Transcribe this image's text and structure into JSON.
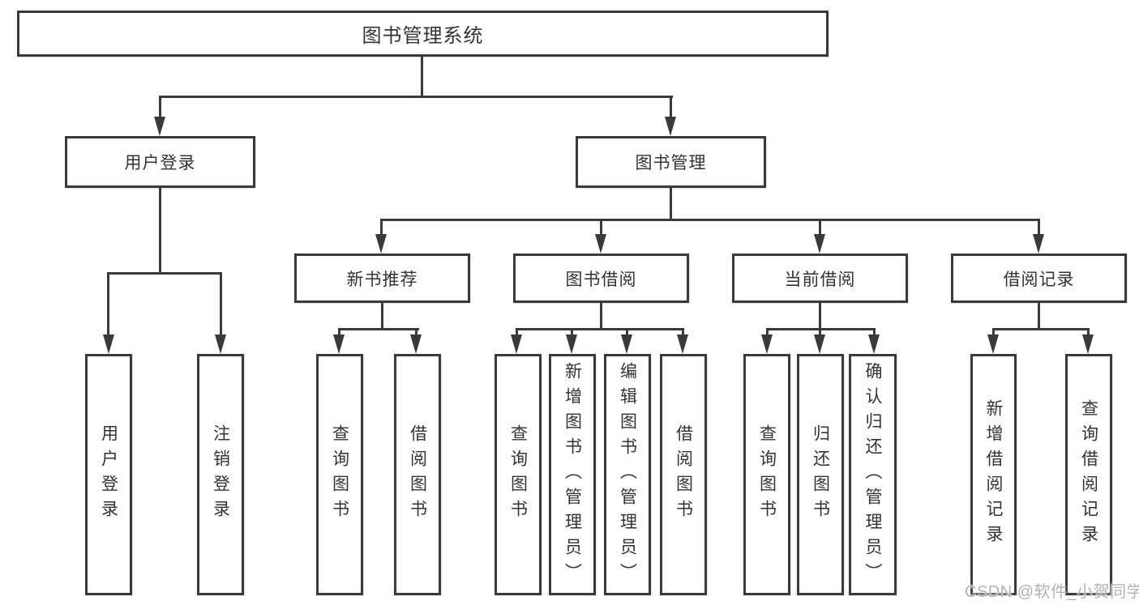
{
  "diagram_type": "hierarchy-tree",
  "colors": {
    "line": "#3a3a3a",
    "text": "#333333",
    "background": "#ffffff",
    "watermark": "#b3b3b3"
  },
  "root": {
    "label": "图书管理系统"
  },
  "level2": [
    {
      "label": "用户登录"
    },
    {
      "label": "图书管理"
    }
  ],
  "level3": [
    {
      "label": "新书推荐",
      "parent": "图书管理"
    },
    {
      "label": "图书借阅",
      "parent": "图书管理"
    },
    {
      "label": "当前借阅",
      "parent": "图书管理"
    },
    {
      "label": "借阅记录",
      "parent": "图书管理"
    }
  ],
  "level4": [
    {
      "label": "用户登录",
      "parent": "用户登录"
    },
    {
      "label": "注销登录",
      "parent": "用户登录"
    },
    {
      "label": "查询图书",
      "parent": "新书推荐"
    },
    {
      "label": "借阅图书",
      "parent": "新书推荐"
    },
    {
      "label": "查询图书",
      "parent": "图书借阅"
    },
    {
      "label": "新增图书（管理员）",
      "parent": "图书借阅"
    },
    {
      "label": "编辑图书（管理员）",
      "parent": "图书借阅"
    },
    {
      "label": "借阅图书",
      "parent": "图书借阅"
    },
    {
      "label": "查询图书",
      "parent": "当前借阅"
    },
    {
      "label": "归还图书",
      "parent": "当前借阅"
    },
    {
      "label": "确认归还（管理员）",
      "parent": "当前借阅"
    },
    {
      "label": "新增借阅记录",
      "parent": "借阅记录"
    },
    {
      "label": "查询借阅记录",
      "parent": "借阅记录"
    }
  ],
  "watermark": "CSDN @软件_小贺同学"
}
